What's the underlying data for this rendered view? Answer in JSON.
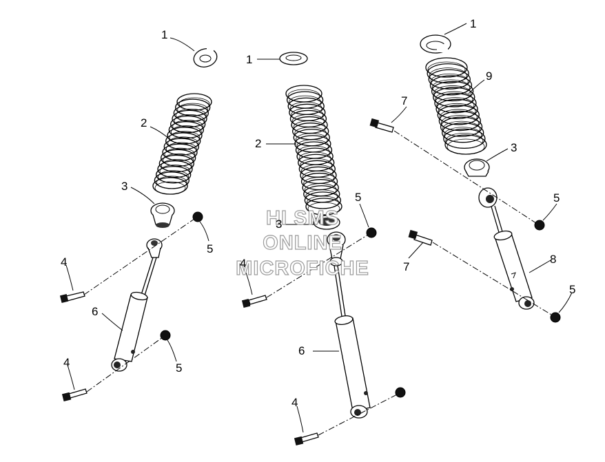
{
  "callouts": {
    "c1a": "1",
    "c1b": "1",
    "c1c": "1",
    "c2a": "2",
    "c2b": "2",
    "c3a": "3",
    "c3b": "3",
    "c3c": "3",
    "c4a": "4",
    "c4b": "4",
    "c4c": "4",
    "c4d": "4",
    "c5a": "5",
    "c5b": "5",
    "c5c": "5",
    "c5d": "5",
    "c5e": "5",
    "c6a": "6",
    "c6b": "6",
    "c7a": "7",
    "c7b": "7",
    "c8": "8",
    "c9": "9"
  },
  "watermark": {
    "line1": "HI SMS",
    "line2": "ONLINE",
    "line3": "MICROFICHE"
  },
  "colors": {
    "ink": "#000000",
    "watermark": "#9a9a9a"
  }
}
